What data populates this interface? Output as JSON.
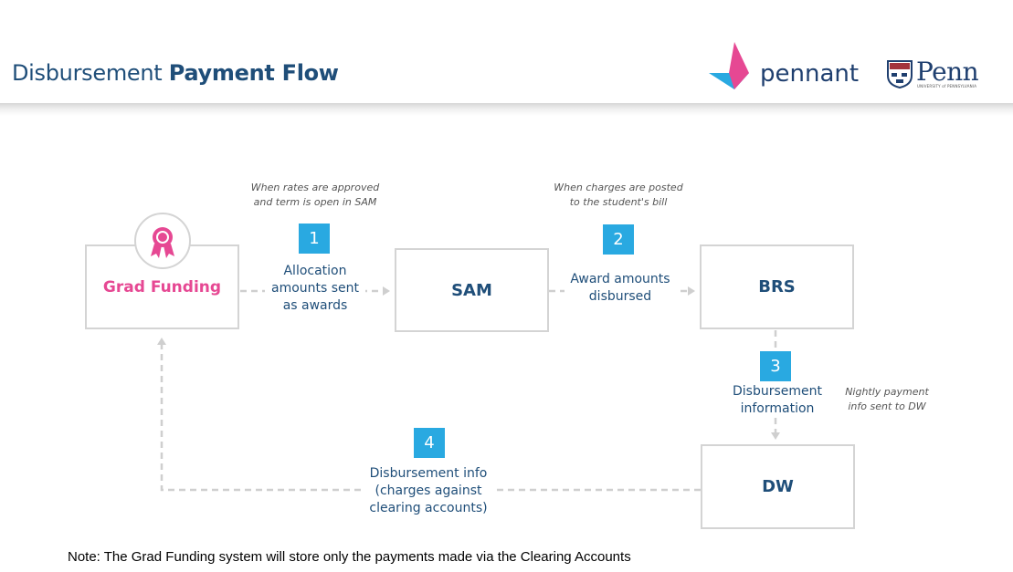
{
  "header": {
    "title_light": "Disbursement",
    "title_bold": "Payment Flow",
    "logo_pennant": "pennant",
    "logo_penn": "Penn",
    "logo_penn_sub": "UNIVERSITY of PENNSYLVANIA"
  },
  "nodes": {
    "grad_funding": "Grad Funding",
    "sam": "SAM",
    "brs": "BRS",
    "dw": "DW"
  },
  "steps": [
    {
      "number": "1",
      "label": [
        "Allocation",
        "amounts sent",
        "as awards"
      ],
      "note": [
        "When rates are approved",
        "and term is open in SAM"
      ]
    },
    {
      "number": "2",
      "label": [
        "Award amounts",
        "disbursed"
      ],
      "note": [
        "When charges are posted",
        "to the student's bill"
      ]
    },
    {
      "number": "3",
      "label": [
        "Disbursement",
        "information"
      ],
      "note": [
        "Nightly payment",
        "info sent to DW"
      ]
    },
    {
      "number": "4",
      "label": [
        "Disbursement info",
        "(charges against",
        "clearing accounts)"
      ]
    }
  ],
  "footer_note": "Note: The Grad Funding system will store only the payments made via the Clearing Accounts",
  "colors": {
    "navy": "#1f4e79",
    "pink": "#e64893",
    "badge_blue": "#29a9e1",
    "box_border": "#d4d4d4",
    "connector": "#cfcfcf"
  }
}
